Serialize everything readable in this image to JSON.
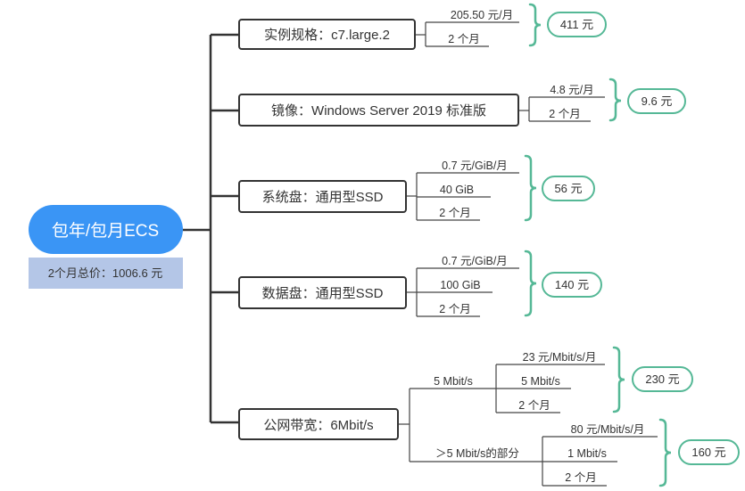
{
  "root": {
    "title": "包年/包月ECS",
    "total": "2个月总价：1006.6 元"
  },
  "colors": {
    "root_fill": "#3a95f5",
    "total_fill": "#b4c6e7",
    "line": "#333333",
    "bracket": "#55b896"
  },
  "branches": [
    {
      "label": "实例规格：c7.large.2",
      "factors": [
        "205.50 元/月",
        "2 个月"
      ],
      "result": "411 元"
    },
    {
      "label": "镜像：Windows Server 2019 标准版",
      "factors": [
        "4.8 元/月",
        "2 个月"
      ],
      "result": "9.6 元"
    },
    {
      "label": "系统盘：通用型SSD",
      "factors": [
        "0.7 元/GiB/月",
        "40 GiB",
        "2 个月"
      ],
      "result": "56 元"
    },
    {
      "label": "数据盘：通用型SSD",
      "factors": [
        "0.7 元/GiB/月",
        "100 GiB",
        "2 个月"
      ],
      "result": "140 元"
    },
    {
      "label": "公网带宽：6Mbit/s",
      "sub": [
        {
          "label": "5 Mbit/s",
          "factors": [
            "23 元/Mbit/s/月",
            "5 Mbit/s",
            "2 个月"
          ],
          "result": "230 元"
        },
        {
          "label": "＞5 Mbit/s的部分",
          "factors": [
            "80 元/Mbit/s/月",
            "1 Mbit/s",
            "2 个月"
          ],
          "result": "160 元"
        }
      ]
    }
  ]
}
